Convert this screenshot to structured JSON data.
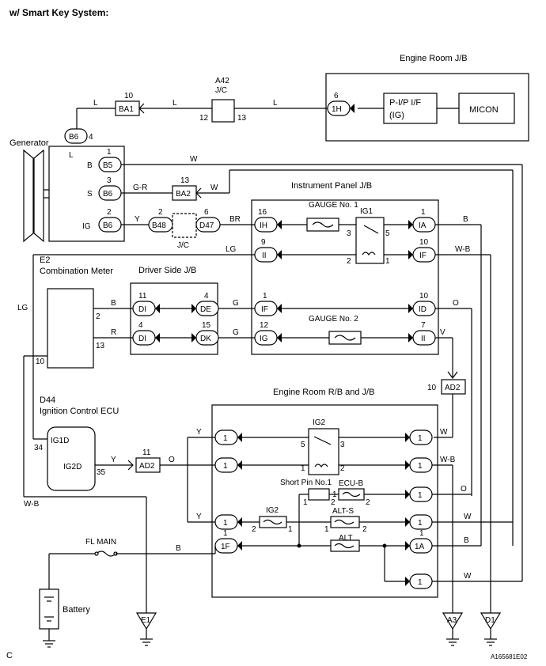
{
  "title": "w/ Smart Key System:",
  "corner_code": "C",
  "figure_id": "A165681E02",
  "blocks": {
    "engine_room_jb": "Engine Room J/B",
    "p_ip_if": "P-I/P I/F",
    "p_ip_if_sub": "(IG)",
    "micon": "MICON",
    "instrument_panel_jb": "Instrument Panel J/B",
    "gauge1": "GAUGE No. 1",
    "ig1": "IG1",
    "gauge2": "GAUGE No. 2",
    "driver_side_jb": "Driver Side J/B",
    "e2_code": "E2",
    "combination_meter": "Combination Meter",
    "generator": "Generator",
    "engine_room_rb_jb": "Engine Room R/B and J/B",
    "d44_code": "D44",
    "ignition_ecu": "Ignition Control ECU",
    "ig2_relay": "IG2",
    "short_pin": "Short Pin No.1",
    "ecu_b": "ECU-B",
    "ig2_fuse": "IG2",
    "alt_s": "ALT-S",
    "alt": "ALT",
    "fl_main": "FL MAIN",
    "battery": "Battery",
    "a42_code": "A42",
    "a42_jc": "J/C",
    "jc_bottom": "J/C"
  },
  "connectors": {
    "ba1": "BA1",
    "h1": "1H",
    "b6_top": "B6",
    "b5": "B5",
    "b6_s": "B6",
    "ba2": "BA2",
    "b6_ig": "B6",
    "b48": "B48",
    "d47": "D47",
    "ih": "IH",
    "ii_ip": "II",
    "ia": "IA",
    "if_ip": "IF",
    "di_1": "DI",
    "de": "DE",
    "di_2": "DI",
    "dk": "DK",
    "if_g": "IF",
    "ig_g": "IG",
    "id": "ID",
    "ii_g": "II",
    "ad2_right": "AD2",
    "ad2_left": "AD2",
    "f1": "1F",
    "a1": "1A",
    "one": "1",
    "e1": "E1",
    "a3": "A3",
    "d1": "D1",
    "ig1d": "IG1D",
    "ig2d": "IG2D"
  },
  "wires": {
    "L": "L",
    "W": "W",
    "GR": "G-R",
    "Y": "Y",
    "BR": "BR",
    "LG": "LG",
    "B": "B",
    "R": "R",
    "G": "G",
    "WB": "W-B",
    "O": "O",
    "V": "V"
  },
  "pins": {
    "p10": "10",
    "p6": "6",
    "p12": "12",
    "p13": "13",
    "p4": "4",
    "p1": "1",
    "p2": "2",
    "p3": "3",
    "p5": "5",
    "p16": "16",
    "p9": "9",
    "p11": "11",
    "p15": "15",
    "p7": "7",
    "p34": "34",
    "p35": "35",
    "gen_B": "B",
    "gen_S": "S",
    "gen_IG": "IG",
    "gen_L": "L"
  }
}
